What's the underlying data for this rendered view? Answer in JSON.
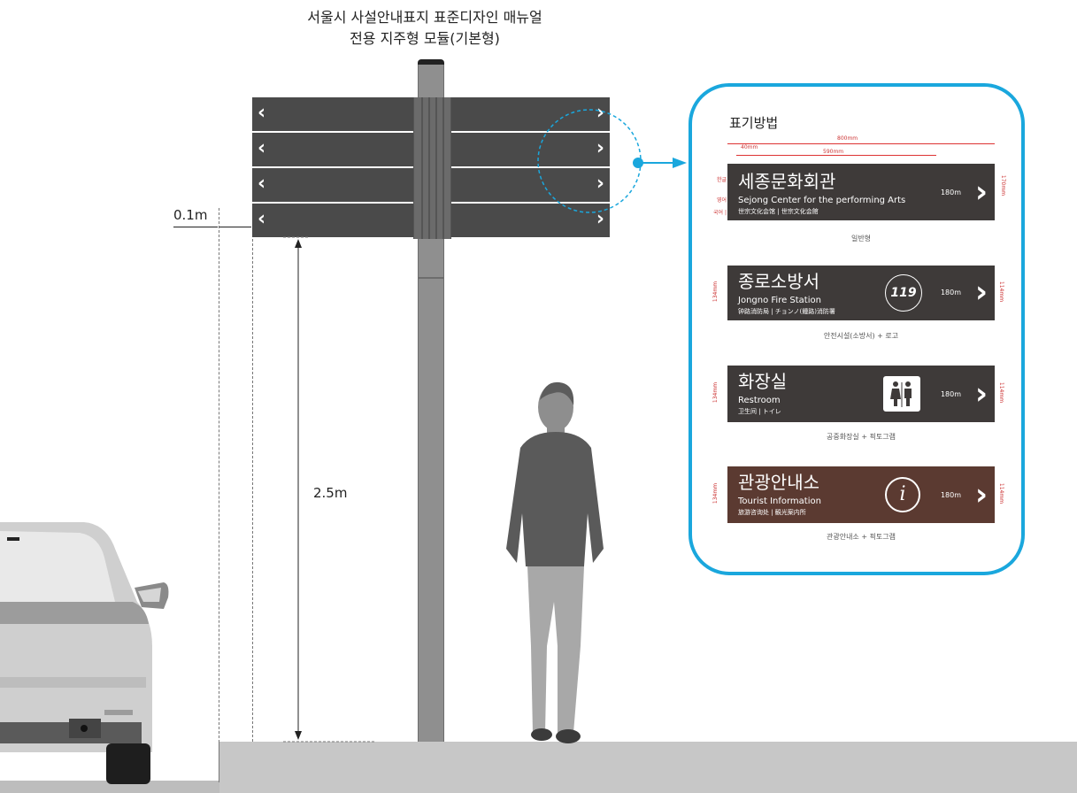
{
  "title": {
    "line1": "서울시 사설안내표지 표준디자인 매뉴얼",
    "line2": "전용 지주형 모듈(기본형)"
  },
  "dimensions": {
    "offset": "0.1m",
    "height": "2.5m"
  },
  "panel_arrows": {
    "left": "‹",
    "right": "›"
  },
  "detail": {
    "heading": "표기방법",
    "dims": {
      "total_width": "800mm",
      "margin": "40mm",
      "text_width": "590mm",
      "sign_height_large": "170mm",
      "sign_height_small": "134mm",
      "sign_height_inner": "114mm",
      "label_ko": "한글",
      "label_en": "영어",
      "label_cn": "국어 | 일어"
    },
    "signs": [
      {
        "ko": "세종문화회관",
        "en": "Sejong Center for the performing Arts",
        "cn": "世宗文化会馆 | 世宗文化会館",
        "distance": "180m",
        "caption": "일반형",
        "color": "#3e3a39",
        "icon": "none"
      },
      {
        "ko": "종로소방서",
        "en": "Jongno Fire Station",
        "cn": "钟路消防局 | チョンノ(鍾路)消防署",
        "distance": "180m",
        "caption": "안전시설(소방서) + 로고",
        "color": "#3e3a39",
        "icon": "fire-119-logo-icon",
        "icon_text": "119"
      },
      {
        "ko": "화장실",
        "en": "Restroom",
        "cn": "卫生间 | トイレ",
        "distance": "180m",
        "caption": "공중화장실 + 픽토그램",
        "color": "#3e3a39",
        "icon": "restroom-icon"
      },
      {
        "ko": "관광안내소",
        "en": "Tourist Information",
        "cn": "旅游咨询处 | 観光案内所",
        "distance": "180m",
        "caption": "관광안내소 + 픽토그램",
        "color": "#5b3a31",
        "icon": "info-icon",
        "icon_text": "i"
      }
    ]
  },
  "colors": {
    "panel": "#4a4a4a",
    "accent": "#1aa7dd",
    "sign_dark": "#3e3a39",
    "sign_brown": "#5b3a31"
  }
}
